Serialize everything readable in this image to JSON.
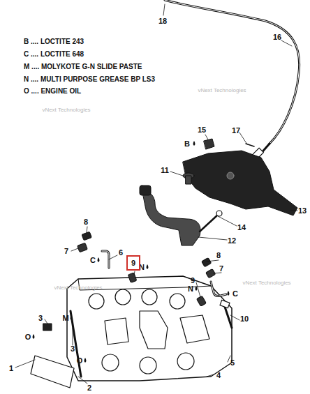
{
  "diagram": {
    "nodes": [
      {
        "text": [
          "9"
        ]
      }
    ],
    "labels": [
      "B .... LOCTITE 243",
      "C .... LOCTITE 648",
      "M .... MOLYKOTE G-N SLIDE PASTE",
      "N .... MULTI PURPOSE GREASE BP LS3",
      "O .... ENGINE OIL",
      "18",
      "16",
      "15",
      "17",
      "B",
      "11",
      "13",
      "14",
      "12",
      "8",
      "7",
      "6",
      "C",
      "N",
      "8",
      "7",
      "9",
      "N",
      "C",
      "10",
      "3",
      "M",
      "O",
      "3",
      "O",
      "1",
      "2",
      "4",
      "5",
      "vNext Technologies",
      "vNext Technologies",
      "vNext Technologies",
      "vNext Technologies"
    ]
  }
}
